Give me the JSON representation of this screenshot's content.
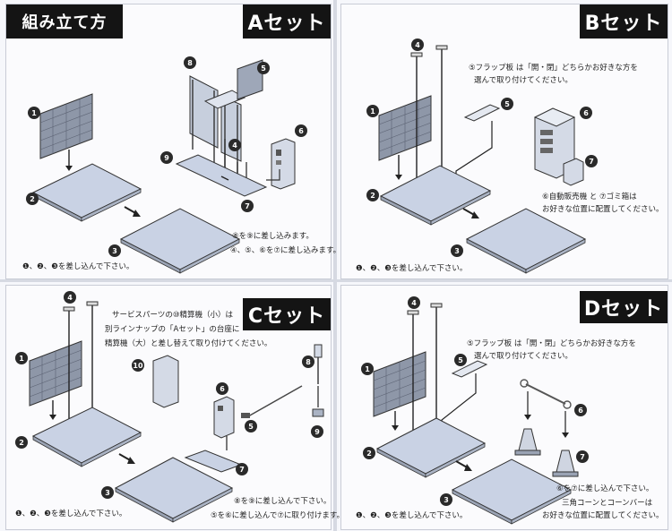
{
  "title": "組み立て方",
  "sets": {
    "a": {
      "label": "Aセット",
      "note1": "⑧を⑨に差し込みます。",
      "note2": "④、⑤、⑥を⑦に差し込みます。",
      "caption": "❶、❷、❸を差し込んで下さい。"
    },
    "b": {
      "label": "Bセット",
      "note_flap_1": "⑤フラップ板 は「開・閉」どちらかお好きな方を",
      "note_flap_2": "選んで取り付けてください。",
      "note_vend_1": "⑥自動販売機 と ⑦ゴミ箱は",
      "note_vend_2": "お好きな位置に配置してください。",
      "caption": "❶、❷、❸を差し込んで下さい。"
    },
    "c": {
      "label": "Cセット",
      "note1": "サービスパーツの⑩精算機（小）は",
      "note2": "別ラインナップの「Aセット」の台座に",
      "note3": "精算機（大）と差し替えて取り付けてください。",
      "note4": "⑧を⑨に差し込んで下さい。",
      "note5": "⑤を⑥に差し込んで⑦に取り付けます。",
      "caption": "❶、❷、❸を差し込んで下さい。"
    },
    "d": {
      "label": "Dセット",
      "note_flap_1": "⑤フラップ板 は「開・閉」どちらかお好きな方を",
      "note_flap_2": "選んで取り付けてください。",
      "note_cone_1": "⑥を⑦に差し込んで下さい。",
      "note_cone_2": "三角コーンとコーンバーは",
      "note_cone_3": "お好きな位置に配置してください。",
      "caption": "❶、❷、❸を差し込んで下さい。"
    }
  },
  "numbers": {
    "n1": "1",
    "n2": "2",
    "n3": "3",
    "n4": "4",
    "n5": "5",
    "n6": "6",
    "n7": "7",
    "n8": "8",
    "n9": "9",
    "n10": "10"
  }
}
